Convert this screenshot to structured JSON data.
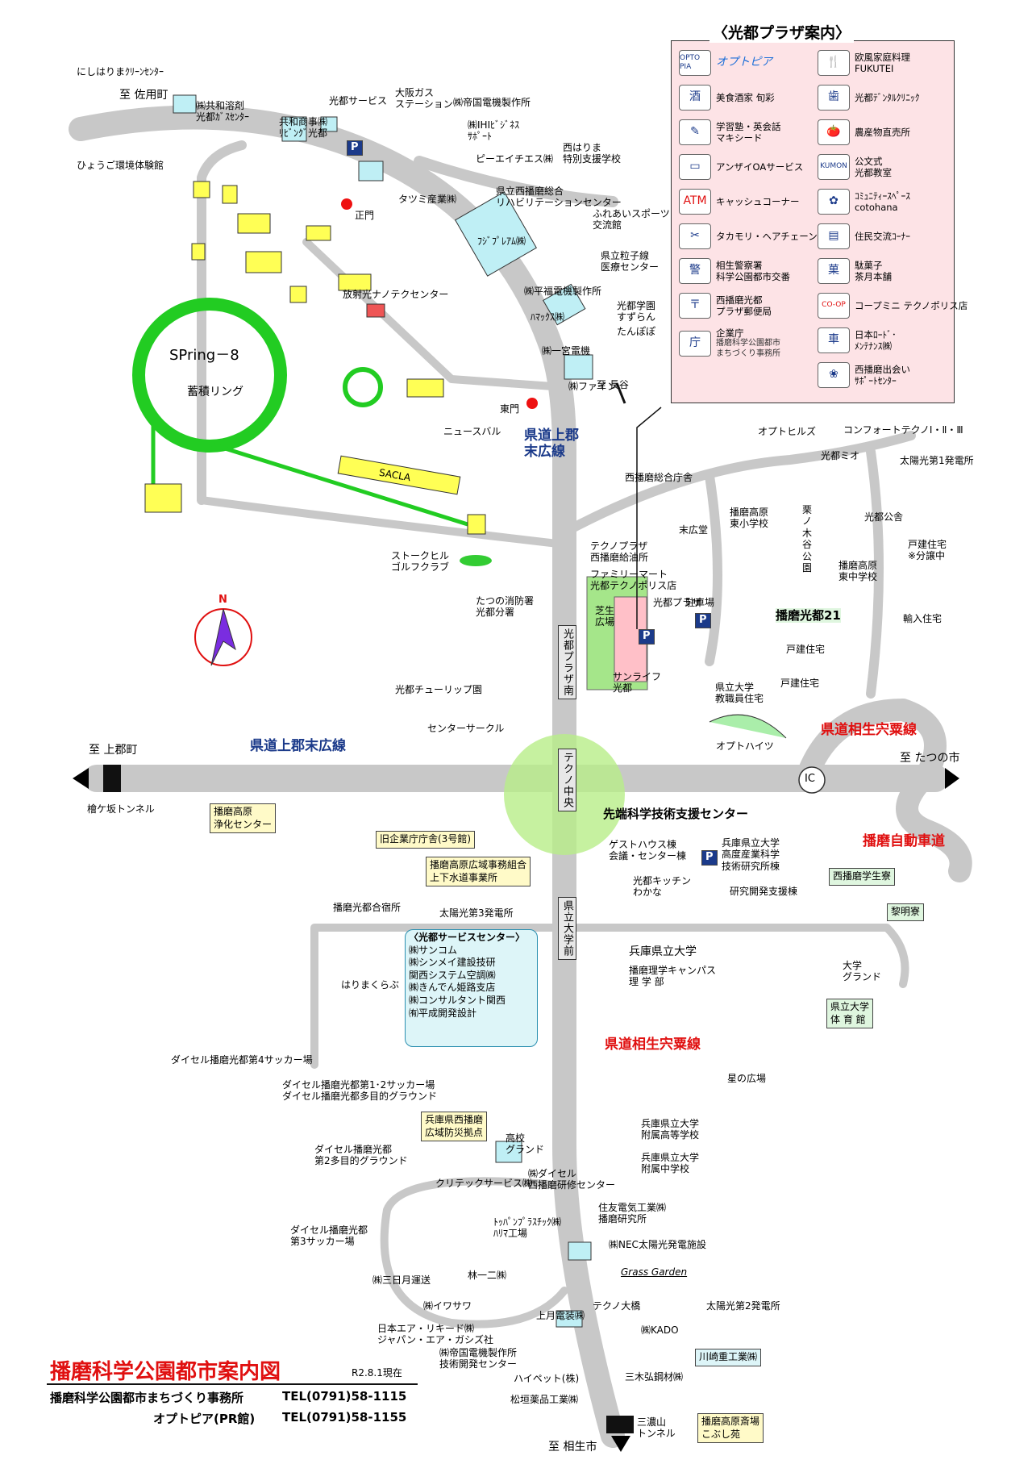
{
  "title": {
    "main": "播磨科学公園都市案内図",
    "date": "R2.8.1現在"
  },
  "footer": {
    "office": "播磨科学公園都市まちづくり事務所",
    "office_tel": "TEL(0791)58-1115",
    "optpia": "オプトピア(PR館)",
    "optpia_tel": "TEL(0791)58-1155"
  },
  "directions": {
    "sayo": "至 佐用町",
    "kamigori": "至 上郡町",
    "tatsuno": "至 たつの市",
    "aioi": "至 相生市",
    "nagatani": "至 長谷"
  },
  "routes": {
    "kamigori_suehiro_v": "県道上郡\n末広線",
    "kamigori_suehiro_h": "県道上郡末広線",
    "aioi_ao_n": "県道相生宍粟線",
    "aioi_ao_s": "県道相生宍粟線",
    "expressway": "播磨自動車道"
  },
  "signs": {
    "plaza_s": "光都プラザ南",
    "techno_chuo": "テクノ中央",
    "kenritsu_mae": "県立大学前"
  },
  "spring8": {
    "name": "SPring－8",
    "ring": "蓄積リング",
    "sacla": "SACLA"
  },
  "compass": {
    "n": "N"
  },
  "ic": "IC",
  "places": {
    "nishiharima_clean": "にしはりまｸﾘｰﾝｾﾝﾀｰ",
    "hyogo_env": "ひょうご環境体験館",
    "kyowa": "㈱共和溶剤\n光都ｶﾞｽｾﾝﾀｰ",
    "kyowa_shoji": "共和商事㈱\nﾘﾋﾞﾝｸﾞ光都",
    "koto_service": "光都サービス",
    "osaka_gas": "大阪ガス\nステーション",
    "teikoku": "㈱帝国電機製作所",
    "ihi": "㈱IHIﾋﾞｼﾞﾈｽ\nｻﾎﾟｰﾄ",
    "pieh": "ピーエイチエス㈱",
    "tatsumi": "タツミ産業㈱",
    "seimon": "正門",
    "tomon": "東門",
    "nishiharima_school": "西はりま\n特別支援学校",
    "rehab": "県立西播磨総合\nリハビリテーションセンター",
    "fureai": "ふれあいスポーツ\n交流館",
    "juji": "ﾌｼﾞﾌﾟﾚｱﾑ㈱",
    "ryushisen": "県立粒子線\n医療センター",
    "hiraoka": "㈱平福電機製作所",
    "hamax": "ﾊﾏｯｸｽ㈱",
    "suzuran": "光都学園\nすずらん",
    "tanpopo": "たんぽぽ",
    "ichinomiya": "㈱一宮電機",
    "fine": "㈱ファイン",
    "nano": "放射光ナノテクセンター",
    "newsubaru": "ニュースバル",
    "stork": "ストークヒル\nゴルフクラブ",
    "fire": "たつの消防署\n光都分署",
    "tulip": "光都チューリップ園",
    "center_circle": "センターサークル",
    "hiyosaka": "檜ケ坂トンネル",
    "jokacenter": "播磨高原\n浄化センター",
    "seibanso": "西播磨総合庁舎",
    "suehiro": "末広堂",
    "techno_gas": "テクノプラザ\n西播磨給油所",
    "familymart": "ファミリーマート\n光都テクノポリス店",
    "shiba": "芝生\n広場",
    "koto_plaza": "光都プラザ",
    "parking": "駐車場",
    "sunlife": "サンライフ\n光都",
    "kyoin": "県立大学\n教職員住宅",
    "opt_heights": "オプトハイツ",
    "opt_hills": "オプトヒルズ",
    "comfort": "コンフォートテクノⅠ・Ⅱ・Ⅲ",
    "koto_mio": "光都ミオ",
    "solar1": "太陽光第1発電所",
    "higashi_sho": "播磨高原\n東小学校",
    "kuri": "栗\nノ\n木\n谷\n公\n園",
    "higashi_chu": "播磨高原\n東中学校",
    "koto_kouen": "光都公舎",
    "kodate1": "戸建住宅\n※分譲中",
    "harima21": "播磨光都21",
    "yunyu": "輸入住宅",
    "kodate2": "戸建住宅",
    "kodate3": "戸建住宅",
    "sentan": "先端科学技術支援センター",
    "guesthouse": "ゲストハウス棟\n会議・センター棟",
    "wakana": "光都キッチン\nわかな",
    "kenkyusho": "兵庫県立大学\n高度産業科学\n技術研究所棟",
    "kenkyushien": "研究開発支援棟",
    "seibangakusei": "西播磨学生寮",
    "reimei": "黎明寮",
    "kyu_kigyo": "旧企業庁庁舎(3号館)",
    "kouiki": "播磨高原広域事務組合\n上下水道事業所",
    "gasshuku": "播磨光都合宿所",
    "solar3": "太陽光第3発電所",
    "hyogo_univ": "兵庫県立大学",
    "rigaku": "播磨理学キャンパス\n理 学 部",
    "daigaku_ground": "大学\nグランド",
    "taiikukan": "県立大学\n体 育 館",
    "harimaku": "はりまくらぶ",
    "soccer4": "ダイセル播磨光都第4サッカー場",
    "soccer12": "ダイセル播磨光都第1･2サッカー場\nダイセル播磨光都多目的グラウンド",
    "hoshi": "星の広場",
    "bousai": "兵庫県西播磨\n広域防災拠点",
    "koko_ground": "高校\nグランド",
    "fuzoku_ko": "兵庫県立大学\n附属高等学校",
    "fuzoku_chu": "兵庫県立大学\n附属中学校",
    "tamoku2": "ダイセル播磨光都\n第2多目的グラウンド",
    "critic": "クリテックサービス㈱",
    "daicel_ken": "㈱ダイセル\n西播磨研修センター",
    "soccer3": "ダイセル播磨光都\n第3サッカー場",
    "toppan": "ﾄｯﾊﾟﾝﾌﾟﾗｽﾁｯｸ㈱\nﾊﾘﾏ工場",
    "sumitomo": "住友電気工業㈱\n播磨研究所",
    "nec": "㈱NEC太陽光発電施設",
    "mikazuki": "㈱三日月運送",
    "hayashi": "林一二㈱",
    "grass": "Grass Garden",
    "iwasawa": "㈱イワサワ",
    "techno_bridge": "テクノ大橋",
    "solar2": "太陽光第2発電所",
    "kozuki": "上月電装㈱",
    "kado": "㈱KADO",
    "nihon_air": "日本エア・リキード㈱\nジャパン・エア・ガシズ社",
    "kawasaki": "川崎重工業㈱",
    "teikoku_dev": "㈱帝国電機製作所\n技術開発センター",
    "hipet": "ハイペット(株)",
    "mitsuki": "三木弘鋼材㈱",
    "matsugaki": "松垣薬品工業㈱",
    "minoyama": "三濃山\nトンネル",
    "kobushien": "播磨高原斎場\nこぶし苑",
    "p1": "P",
    "p2": "P",
    "p3": "P",
    "p4": "P"
  },
  "service_center": {
    "title": "〈光都サービスセンター〉",
    "items": [
      "㈱サンコム",
      "㈱シンメイ建設技研",
      "関西システム空調㈱",
      "㈱きんでん姫路支店",
      "㈱コンサルタント関西",
      "㈲平成開発設計"
    ]
  },
  "legend": {
    "title": "〈光都プラザ案内〉",
    "items": [
      {
        "icon": "OPTO PIA",
        "text": "オプトピア",
        "sub": ""
      },
      {
        "icon": "🍴",
        "text": "欧風家庭料理\nFUKUTEI",
        "sub": ""
      },
      {
        "icon": "酒",
        "text": "美食酒家 旬彩",
        "sub": ""
      },
      {
        "icon": "歯",
        "text": "光都ﾃﾞﾝﾀﾙｸﾘﾆｯｸ",
        "sub": ""
      },
      {
        "icon": "✎",
        "text": "学習塾・英会話\nマキシード",
        "sub": ""
      },
      {
        "icon": "🍅",
        "text": "農産物直売所",
        "sub": ""
      },
      {
        "icon": "▭",
        "text": "アンザイOAサービス",
        "sub": ""
      },
      {
        "icon": "KUMON",
        "text": "公文式\n光都教室",
        "sub": ""
      },
      {
        "icon": "ATM",
        "text": "キャッシュコーナー",
        "sub": ""
      },
      {
        "icon": "✿",
        "text": "ｺﾐｭﾆﾃｨｰｽﾍﾟｰｽ\ncotohana",
        "sub": ""
      },
      {
        "icon": "✂",
        "text": "タカモリ・ヘアチェーン",
        "sub": ""
      },
      {
        "icon": "▤",
        "text": "住民交流ｺｰﾅｰ",
        "sub": ""
      },
      {
        "icon": "警",
        "text": "相生警察署\n科学公園都市交番",
        "sub": ""
      },
      {
        "icon": "菓",
        "text": "駄菓子\n茶月本舗",
        "sub": ""
      },
      {
        "icon": "〒",
        "text": "西播磨光都\nプラザ郵便局",
        "sub": ""
      },
      {
        "icon": "CO-OP",
        "text": "コープミニ テクノポリス店",
        "sub": ""
      },
      {
        "icon": "庁",
        "text": "企業庁",
        "sub": "播磨科学公園都市\nまちづくり事務所"
      },
      {
        "icon": "車",
        "text": "日本ﾛｰﾄﾞ･\nﾒﾝﾃﾅﾝｽ㈱",
        "sub": ""
      },
      {
        "icon": "",
        "text": "",
        "sub": ""
      },
      {
        "icon": "❀",
        "text": "西播磨出会い\nｻﾎﾟｰﾄｾﾝﾀｰ",
        "sub": ""
      }
    ]
  },
  "colors": {
    "road": "#c8c8c8",
    "ring": "#22cc22",
    "building": "#ffff55",
    "cyan_bldg": "#bfeff5",
    "red_dot": "#ee1111",
    "route_blue": "#1b3a8a",
    "route_red": "#e01010"
  }
}
